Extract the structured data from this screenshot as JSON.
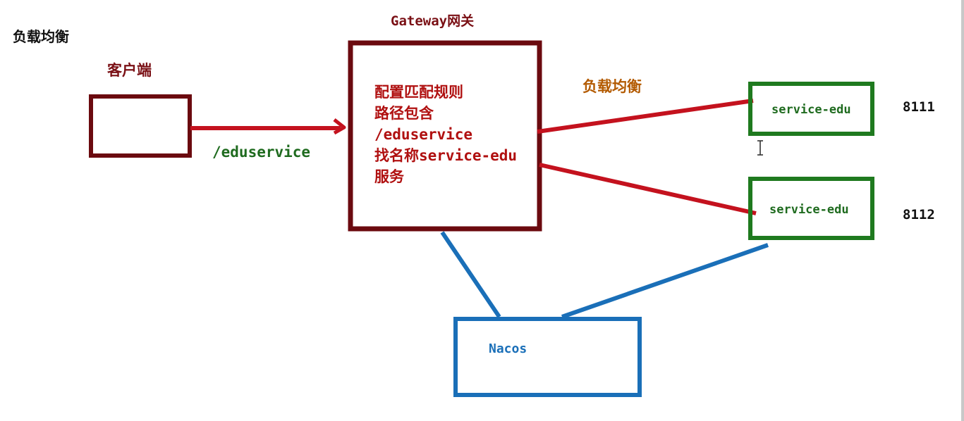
{
  "page_title": "负载均衡",
  "client": {
    "label": "客户端"
  },
  "request_path": "/eduservice",
  "gateway": {
    "title": "Gateway网关",
    "lines": [
      "配置匹配规则",
      "路径包含",
      "/eduservice",
      "找名称service-edu",
      "服务"
    ]
  },
  "load_balance_label": "负载均衡",
  "services": [
    {
      "name": "service-edu",
      "port": "8111"
    },
    {
      "name": "service-edu",
      "port": "8112"
    }
  ],
  "registry": {
    "name": "Nacos"
  },
  "colors": {
    "client_box": "#6b0a0f",
    "gateway_box": "#6b0a0f",
    "request_arrow": "#c4121e",
    "balance_line": "#c4121e",
    "service_box": "#1f7a1f",
    "nacos_box": "#1a6fb8",
    "nacos_line": "#1a6fb8",
    "path_text": "#1f6b1f",
    "gateway_text": "#b01010",
    "balance_text": "#b35a00"
  }
}
